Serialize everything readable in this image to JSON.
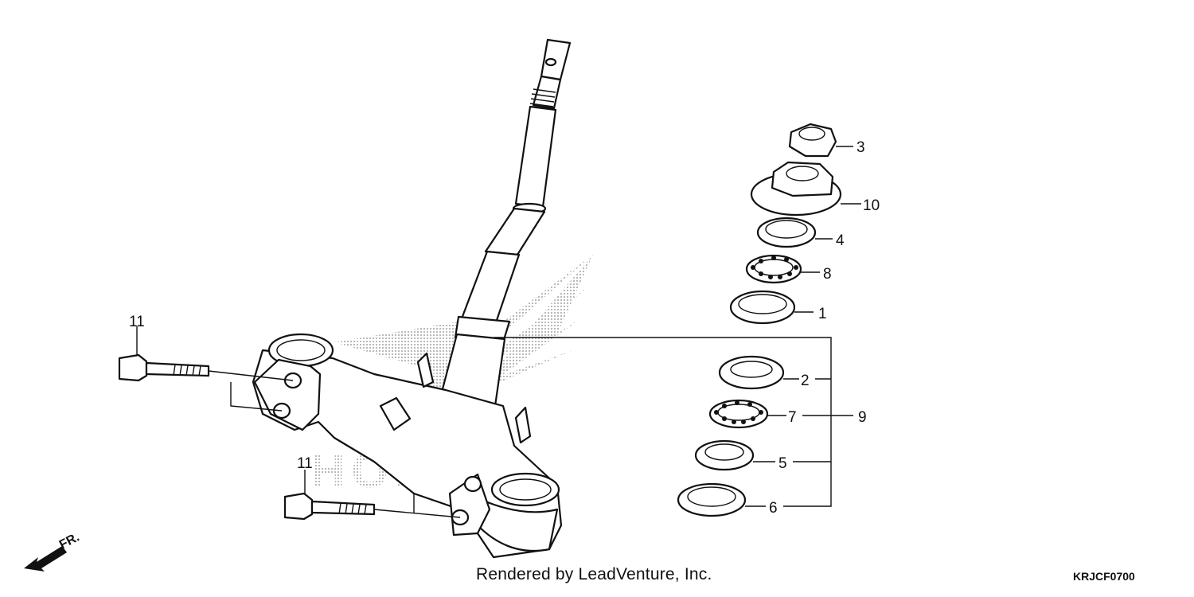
{
  "diagram": {
    "watermark_text": "HONDA",
    "credit": "Rendered by LeadVenture, Inc.",
    "diagram_code": "KRJCF0700",
    "front_indicator": "FR.",
    "callouts": [
      "1",
      "2",
      "3",
      "4",
      "5",
      "6",
      "7",
      "8",
      "9",
      "10",
      "11",
      "11"
    ]
  }
}
